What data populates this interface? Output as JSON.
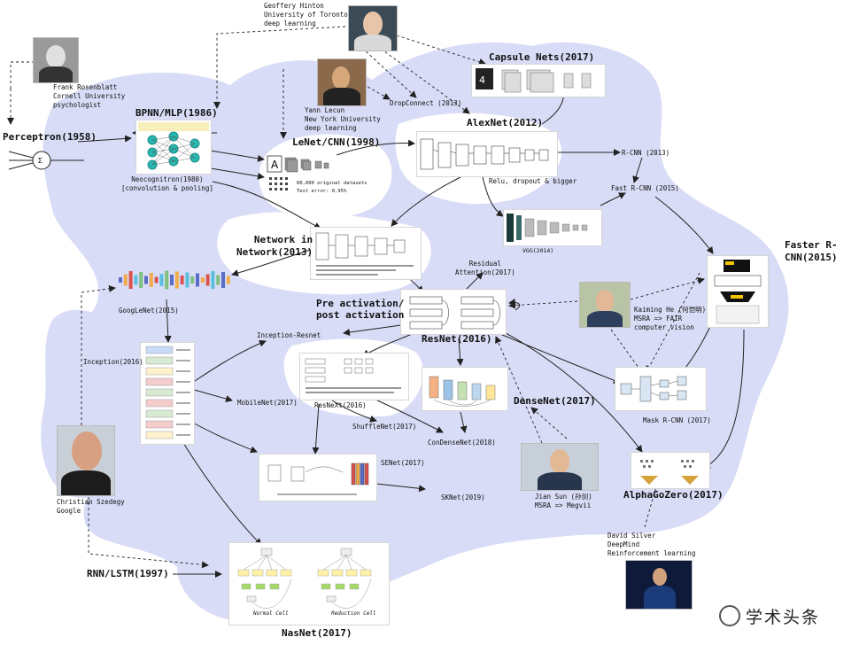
{
  "nodes": {
    "perceptron": "Perceptron(1958)",
    "bpnn": "BPNN/MLP(1986)",
    "neocognitron": "Neocognitron(1980)\n[convolution & pooling]",
    "lenet": "LeNet/CNN(1998)",
    "alexnet": "AlexNet(2012)",
    "dropconnect": "DropConnect (2013)",
    "capsule": "Capsule Nets(2017)",
    "relu": "Relu, dropout & bigger",
    "rcnn": "R-CNN (2013)",
    "fast_rcnn": "Fast R-CNN (2015)",
    "faster_rcnn": "Faster R-\nCNN(2015)",
    "vgg": "VGG(2014)",
    "nin": "Network in\nNetwork(2013)",
    "googlenet": "GoogLeNet(2015)",
    "residual_attention": "Residual\nAttention(2017)",
    "pre_activation": "Pre activation/\npost activation",
    "inception_resnet": "Inception-Resnet",
    "resnet": "ResNet(2016)",
    "inception": "Inception(2016)",
    "mobilenet": "MobileNet(2017)",
    "resnext": "ResNeXt(2016)",
    "shufflenet": "ShuffleNet(2017)",
    "condensenet": "ConDenseNet(2018)",
    "densenet": "DenseNet(2017)",
    "mask_rcnn": "Mask R-CNN (2017)",
    "senet": "SENet(2017)",
    "sknet": "SKNet(2019)",
    "alphagozero": "AlphaGoZero(2017)",
    "rnn": "RNN/LSTM(1997)",
    "nasnet": "NasNet(2017)"
  },
  "people": {
    "rosenblatt": "Frank Rosenblatt\nCornell University\npsychologist",
    "hinton": "Geoffery Hinton\nUniversity of Toronto\ndeep learning",
    "lecun": "Yann Lecun\nNew York University\ndeep learning",
    "he": "Kaiming He (何恺明)\nMSRA => FAIR\ncomputer vision",
    "sun": "Jian Sun (孙剑)\nMSRA => Megvii",
    "szegedy": "Christian Szedegy\nGoogle",
    "silver": "David Silver\nDeepMind\nReinforcement learning"
  },
  "figure_text": {
    "lenet_dataset": "60,000 original datasets",
    "lenet_error": "Test error: 0.95%",
    "nasnet_normal": "Normal Cell",
    "nasnet_reduction": "Reduction Cell"
  },
  "watermark": "学术头条",
  "colors": {
    "region": "#d9dcf6",
    "line": "#222222",
    "nn_node": "#28b7b0",
    "nn_node_dark": "#1f8f8a"
  }
}
